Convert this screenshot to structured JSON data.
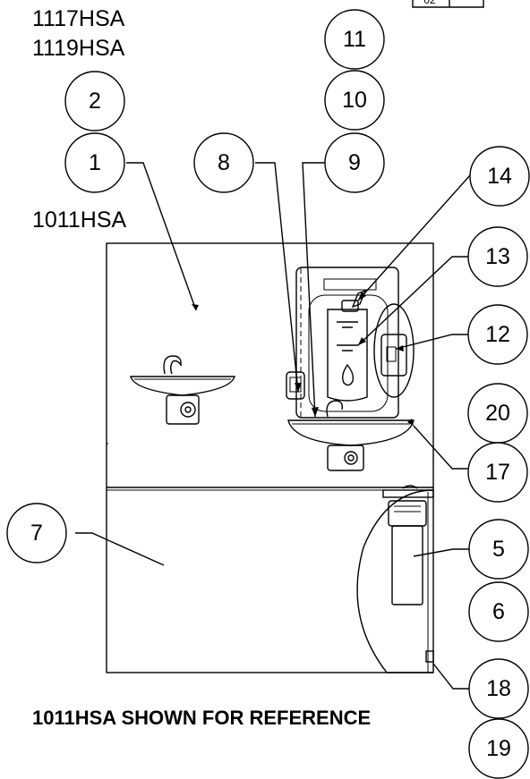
{
  "header": {
    "corner_value": "02"
  },
  "models": {
    "m1117": "1117HSA",
    "m1119": "1119HSA",
    "m1011": "1011HSA"
  },
  "caption": "1011HSA SHOWN FOR REFERENCE",
  "callouts": {
    "c1": "1",
    "c2": "2",
    "c5": "5",
    "c6": "6",
    "c7": "7",
    "c8": "8",
    "c9": "9",
    "c10": "10",
    "c11": "11",
    "c12": "12",
    "c13": "13",
    "c14": "14",
    "c17": "17",
    "c18": "18",
    "c19": "19",
    "c20": "20"
  }
}
